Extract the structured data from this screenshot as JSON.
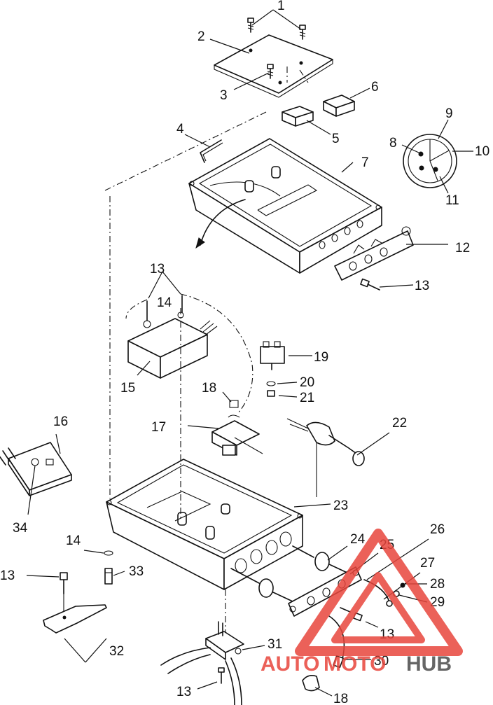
{
  "callouts": {
    "c1": "1",
    "c2": "2",
    "c3": "3",
    "c4": "4",
    "c5": "5",
    "c6": "6",
    "c7": "7",
    "c8": "8",
    "c9": "9",
    "c10": "10",
    "c11": "11",
    "c12": "12",
    "c13a": "13",
    "c13b": "13",
    "c13c": "13",
    "c13d": "13",
    "c13e": "13",
    "c14a": "14",
    "c14b": "14",
    "c15": "15",
    "c16": "16",
    "c17": "17",
    "c18a": "18",
    "c18b": "18",
    "c19": "19",
    "c20": "20",
    "c21": "21",
    "c22": "22",
    "c23": "23",
    "c24": "24",
    "c25": "25",
    "c26": "26",
    "c27": "27",
    "c28": "28",
    "c29": "29",
    "c30": "30",
    "c31": "31",
    "c32": "32",
    "c33": "33",
    "c34": "34"
  },
  "watermark": {
    "part1": "AUTO",
    "part2": "MOTO",
    "part3": "HUB",
    "color_red": "#e8453c",
    "color_gray": "#555555"
  }
}
